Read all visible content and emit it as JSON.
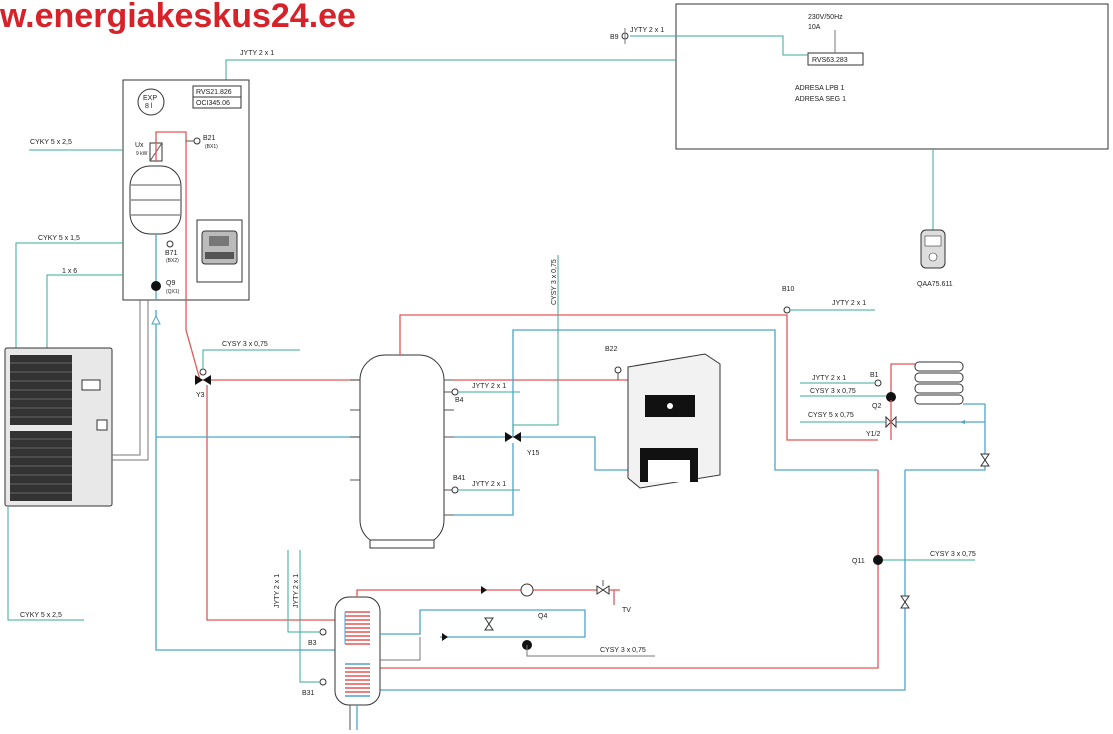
{
  "watermark": "w.energiakeskus24.ee",
  "controller_box": {
    "supply": "230V/50Hz",
    "fuse": "10A",
    "model": "RVS63.283",
    "addr_lpb": "ADRESA LPB 1",
    "addr_seg": "ADRESA SEG 1"
  },
  "b9": {
    "label": "B9",
    "cable": "JYTY 2 x 1"
  },
  "bus_cable": "JYTY 2 x 1",
  "room_unit": "QAA75.611",
  "indoor_unit": {
    "exp_label": "EXP",
    "exp_value": "8 l",
    "ctrl1": "RVS21.826",
    "ctrl2": "OCI345.06",
    "ux_label": "Ux",
    "ux_sub": "9 kW",
    "b21": "B21",
    "b21_sub": "(BX1)",
    "b71": "B71",
    "b71_sub": "(BX2)",
    "q9": "Q9",
    "q9_sub": "(QX1)"
  },
  "cables_left": {
    "c1": "CYKY 5 x 2,5",
    "c2": "CYKY 5 x 1,5",
    "c3": "1 x 6",
    "c4": "CYKY 5 x 2,5"
  },
  "valve_y3": {
    "label": "Y3",
    "cable": "CYSY 3 x 0,75"
  },
  "buffer": {
    "b4": "B4",
    "b4_cable": "JYTY 2 x 1",
    "b41": "B41",
    "b41_cable": "JYTY 2 x 1"
  },
  "valve_y15": {
    "label": "Y15",
    "cable": "CYSY 3 x 0,75"
  },
  "boiler": {
    "b22": "B22"
  },
  "b10": {
    "label": "B10",
    "cable": "JYTY 2 x 1"
  },
  "heating_circuit": {
    "b1": "B1",
    "b1_cable": "JYTY 2 x 1",
    "q2": "Q2",
    "q2_cable": "CYSY 3 x 0,75",
    "y12": "Y1/2",
    "y12_cable": "CYSY 5 x 0,75"
  },
  "q11": {
    "label": "Q11",
    "cable": "CYSY 3 x 0,75"
  },
  "dhw": {
    "b3": "B3",
    "b31": "B31",
    "cable_b3": "JYTY 2 x 1",
    "cable_b31": "JYTY 2 x 1",
    "q4": "Q4",
    "q4_cable": "CYSY 3 x 0,75",
    "tv": "TV"
  }
}
